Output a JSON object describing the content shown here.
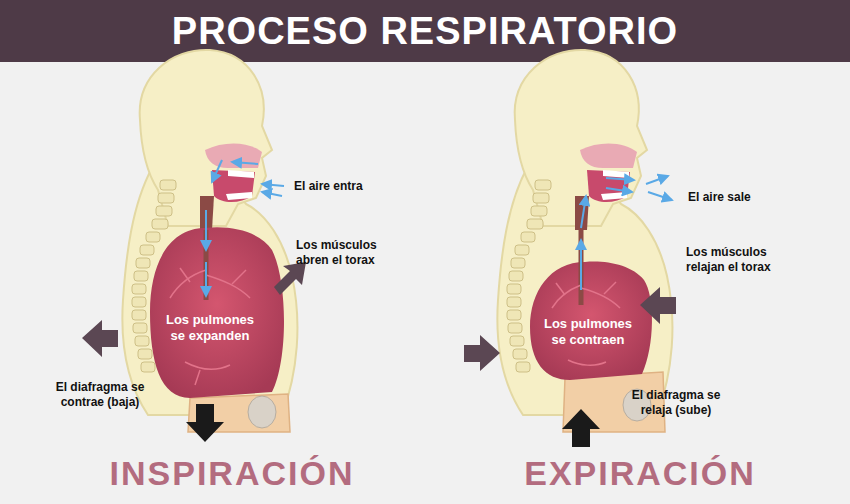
{
  "diagram": {
    "title": "PROCESO RESPIRATORIO",
    "labels": [
      "El aire entra",
      "Los músculos abren el torax",
      "Los pulmones se expanden",
      "El diafragma se contrae (baja)",
      "INSPIRACIÓN",
      "El aire sale",
      "Los músculos relajan el torax",
      "Los pulmones se contraen",
      "El diafragma se relaja (sube)",
      "EXPIRACIÓN"
    ]
  }
}
